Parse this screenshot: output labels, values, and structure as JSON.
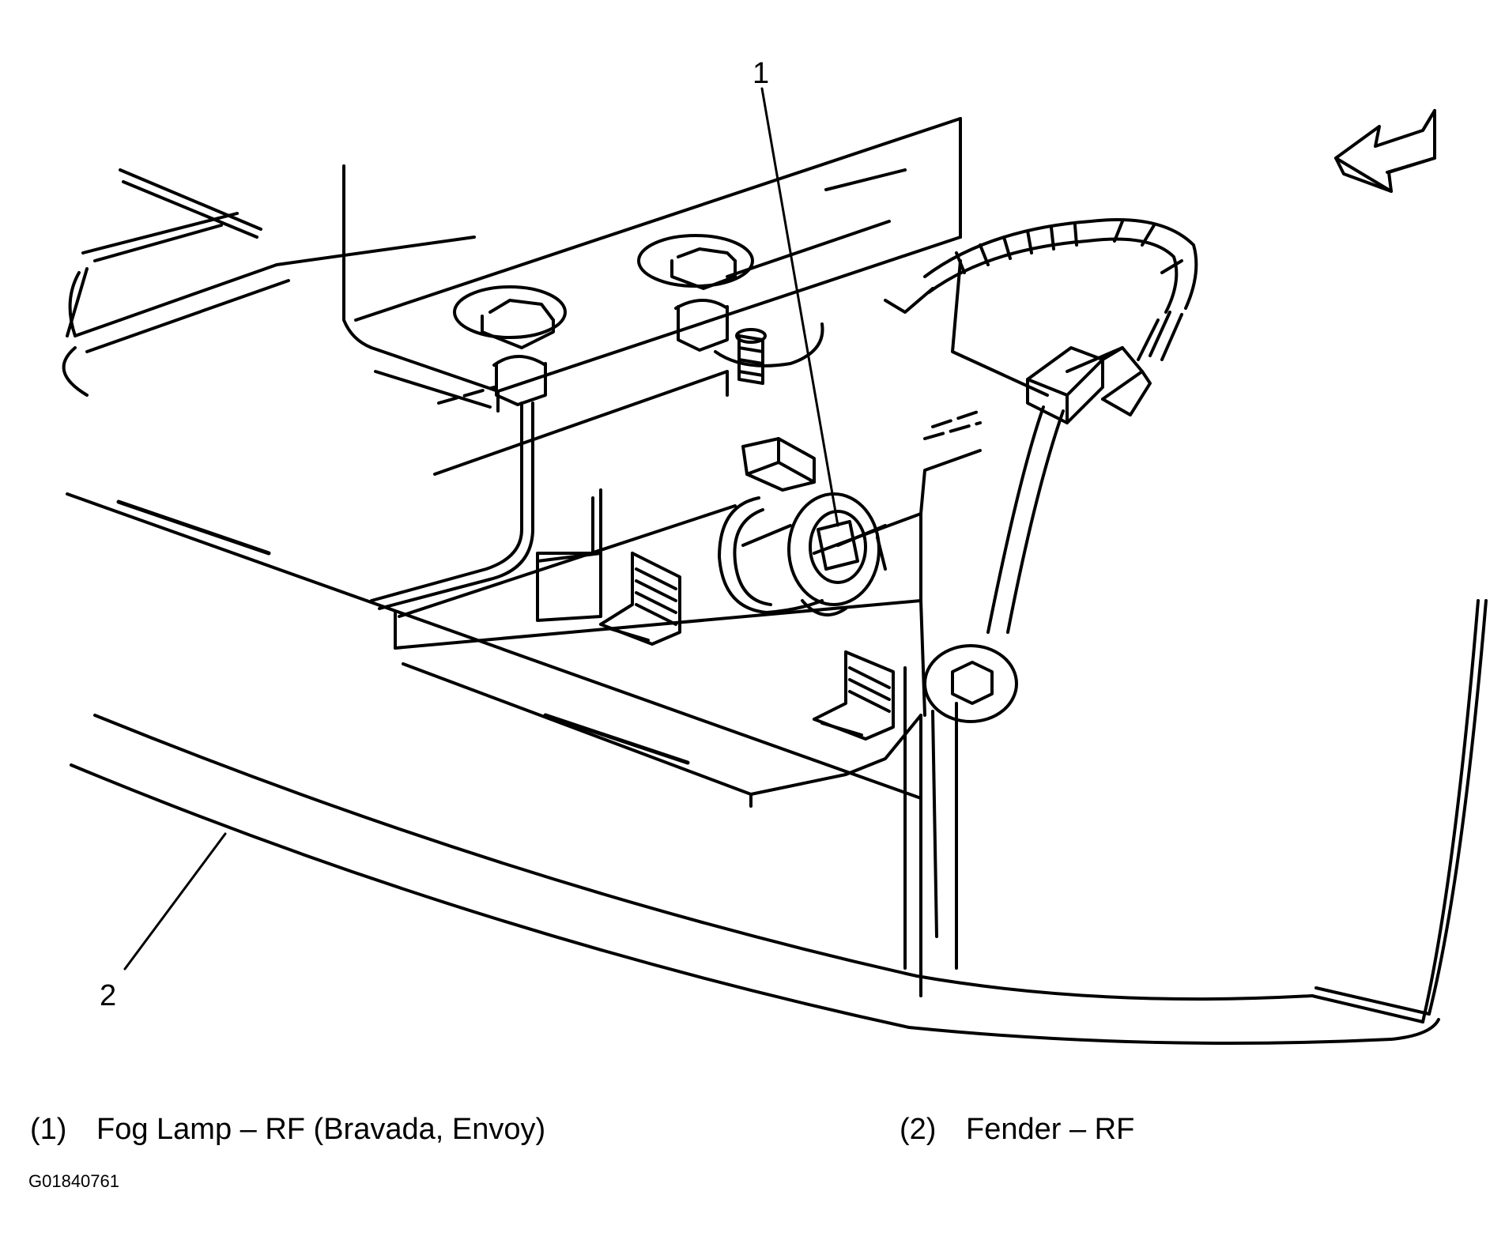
{
  "diagram": {
    "callouts": [
      {
        "number": "1",
        "label": "Fog Lamp – RF (Bravada, Envoy)"
      },
      {
        "number": "2",
        "label": "Fender – RF"
      }
    ],
    "legend": [
      {
        "number": "(1)",
        "text": "Fog Lamp – RF (Bravada, Envoy)"
      },
      {
        "number": "(2)",
        "text": "Fender – RF"
      }
    ],
    "figure_id": "G01840761",
    "colors": {
      "line": "#000000",
      "background": "#ffffff"
    },
    "icons": [
      "direction-arrow-icon"
    ]
  }
}
